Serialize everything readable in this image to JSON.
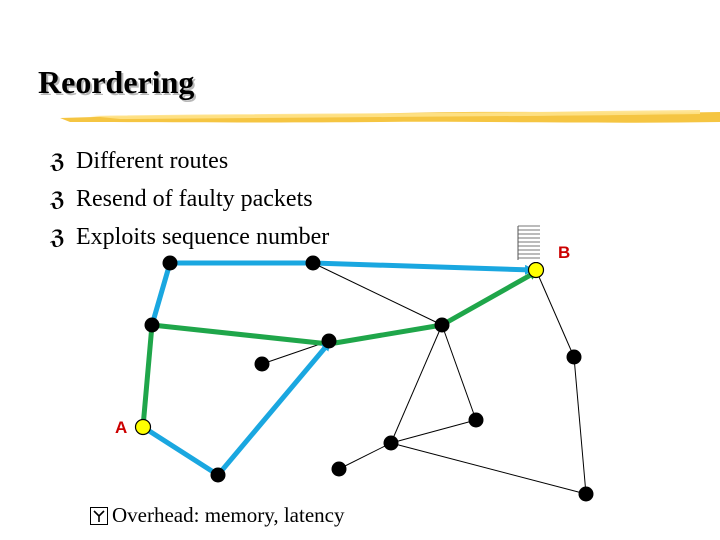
{
  "title": "Reordering",
  "bullets": [
    "Different routes",
    "Resend of faulty packets",
    "Exploits sequence number"
  ],
  "sub_bullet": "Overhead: memory, latency",
  "labels": {
    "source": "A",
    "destination": "B"
  },
  "colors": {
    "label": "#cc0000",
    "endpoint_fill": "#ffff00",
    "node_fill": "#000000",
    "blue_route": "#1aa7e0",
    "green_route": "#1fa64a",
    "accent_rule": "#f5c542"
  }
}
